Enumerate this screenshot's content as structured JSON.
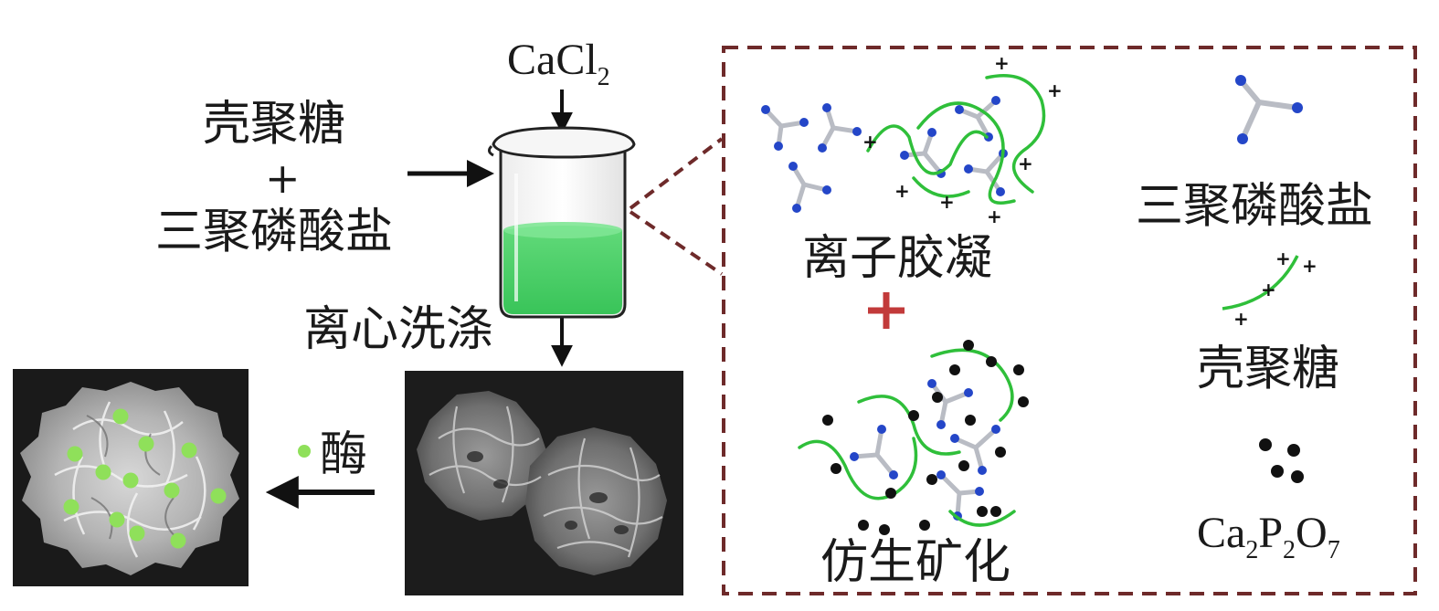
{
  "inputs": {
    "chitosan": "壳聚糖",
    "plus": "+",
    "tripolyphosphate": "三聚磷酸盐"
  },
  "reagent": {
    "base": "CaCl",
    "subscript": "2"
  },
  "step_centrifuge": "离心洗涤",
  "enzyme_label": "酶",
  "process": {
    "ionic_gelation": "离子胶凝",
    "biomineralization": "仿生矿化"
  },
  "legend": {
    "tripolyphosphate": "三聚磷酸盐",
    "chitosan": "壳聚糖",
    "pyrophosphate": {
      "parts": [
        "Ca",
        "2",
        "P",
        "2",
        "O",
        "7"
      ]
    }
  },
  "colors": {
    "liquid": "#4fd16a",
    "chitosan_chain": "#2fbf3a",
    "phosphate_node": "#2446c8",
    "bond": "#b9bcc4",
    "crystal": "#111111",
    "enzyme_dot": "#8fe05a",
    "plus_sign": "#c23a3a",
    "dashed_box": "#6e2a2a"
  }
}
